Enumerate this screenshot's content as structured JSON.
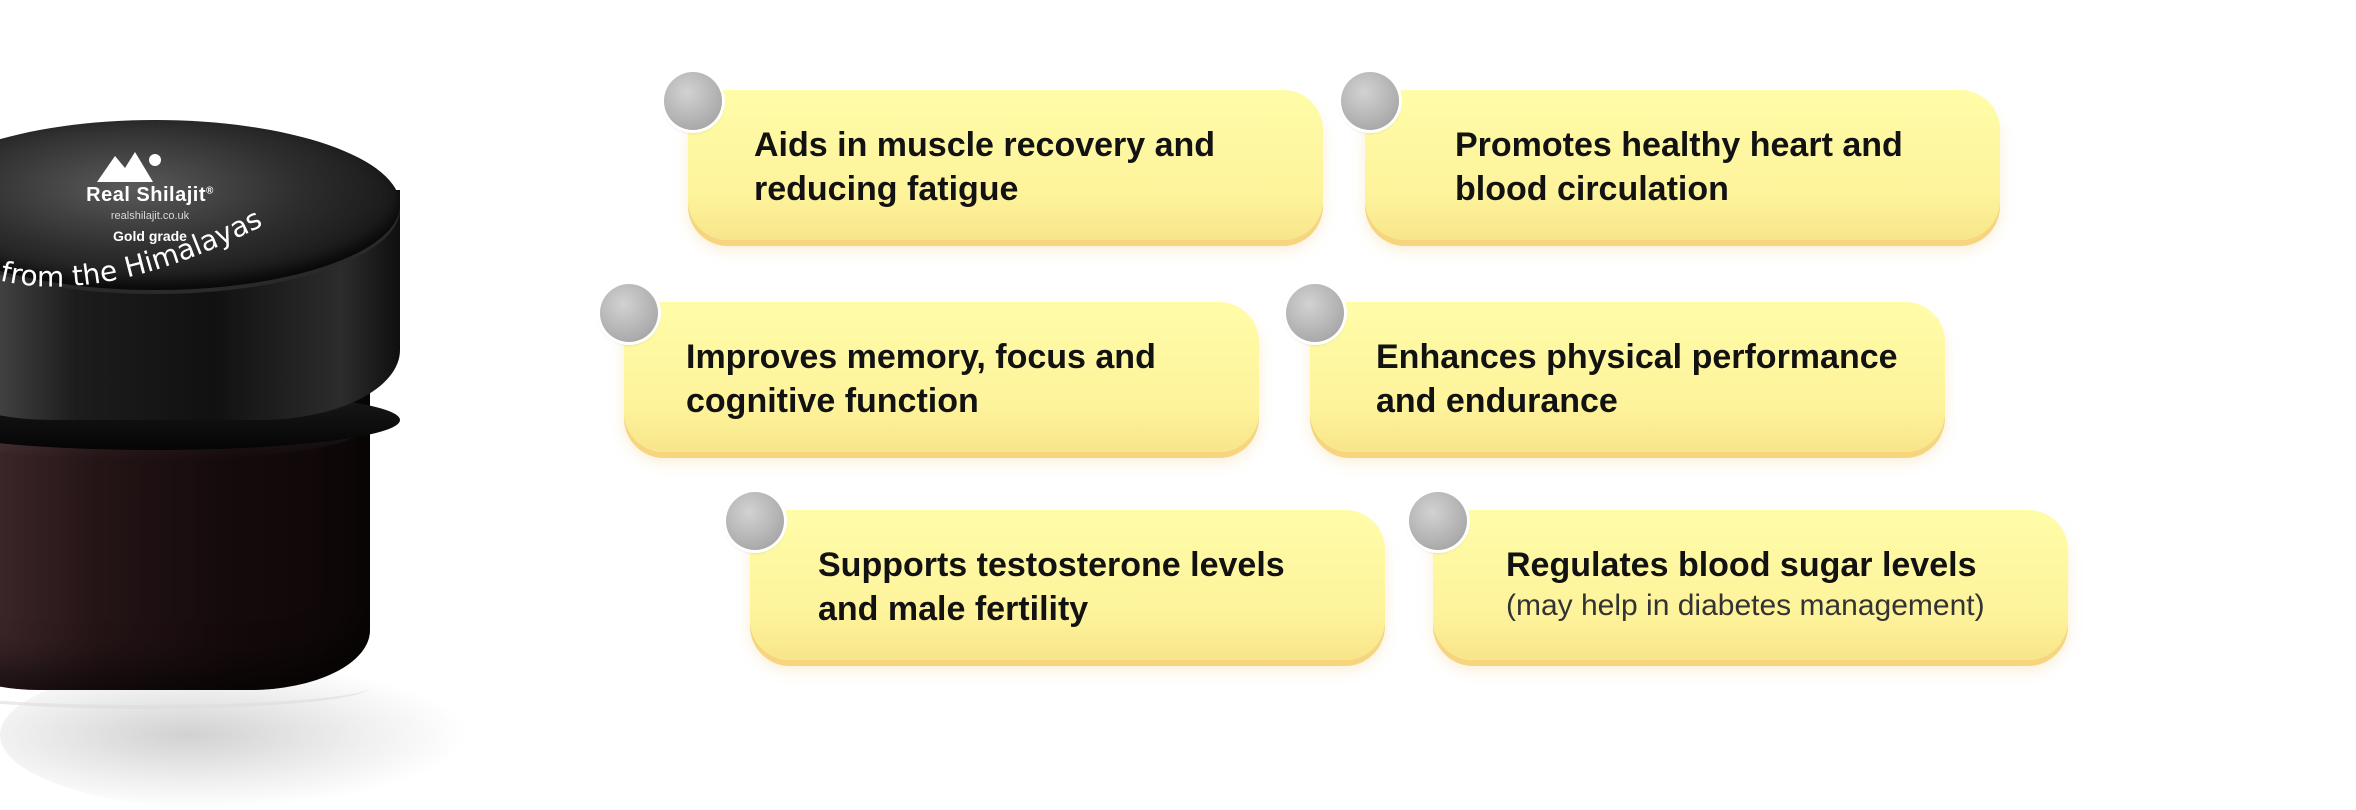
{
  "product": {
    "brand": "Real Shilajit",
    "registered_mark": "®",
    "website": "realshilajit.co.uk",
    "grade": "Gold grade",
    "tagline": "'s Gift from the Himalayas",
    "logo_icon": "mountain-logo-icon"
  },
  "benefits": [
    {
      "line1": "Aids in muscle recovery and",
      "line2": "reducing fatigue"
    },
    {
      "line1": "Promotes healthy heart and",
      "line2": "blood circulation"
    },
    {
      "line1": "Improves memory, focus and",
      "line2": "cognitive function"
    },
    {
      "line1": "Enhances physical performance",
      "line2": "and endurance"
    },
    {
      "line1": "Supports testosterone levels",
      "line2": "and male fertility"
    },
    {
      "line1": "Regulates blood sugar levels",
      "note": "(may help in diabetes management)"
    }
  ],
  "colors": {
    "card_fill": "#fdf39b",
    "card_shadow": "#f6d57e",
    "bullet": "#b4b4b4",
    "text": "#121212"
  }
}
